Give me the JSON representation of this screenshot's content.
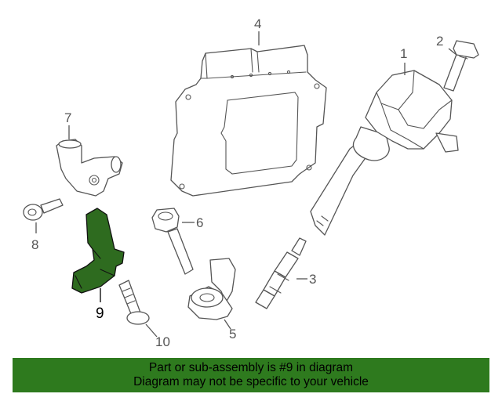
{
  "callouts": {
    "part1": "1",
    "part2": "2",
    "part3": "3",
    "part4": "4",
    "part5": "5",
    "part6": "6",
    "part7": "7",
    "part8": "8",
    "part9": "9",
    "part10": "10"
  },
  "highlighted_part": 9,
  "colors": {
    "highlight": "#2e6b1f",
    "banner": "#2e7a1e"
  },
  "banner": {
    "line1": "Part or sub-assembly is #9 in diagram",
    "line2": "Diagram may not be specific to your vehicle"
  }
}
